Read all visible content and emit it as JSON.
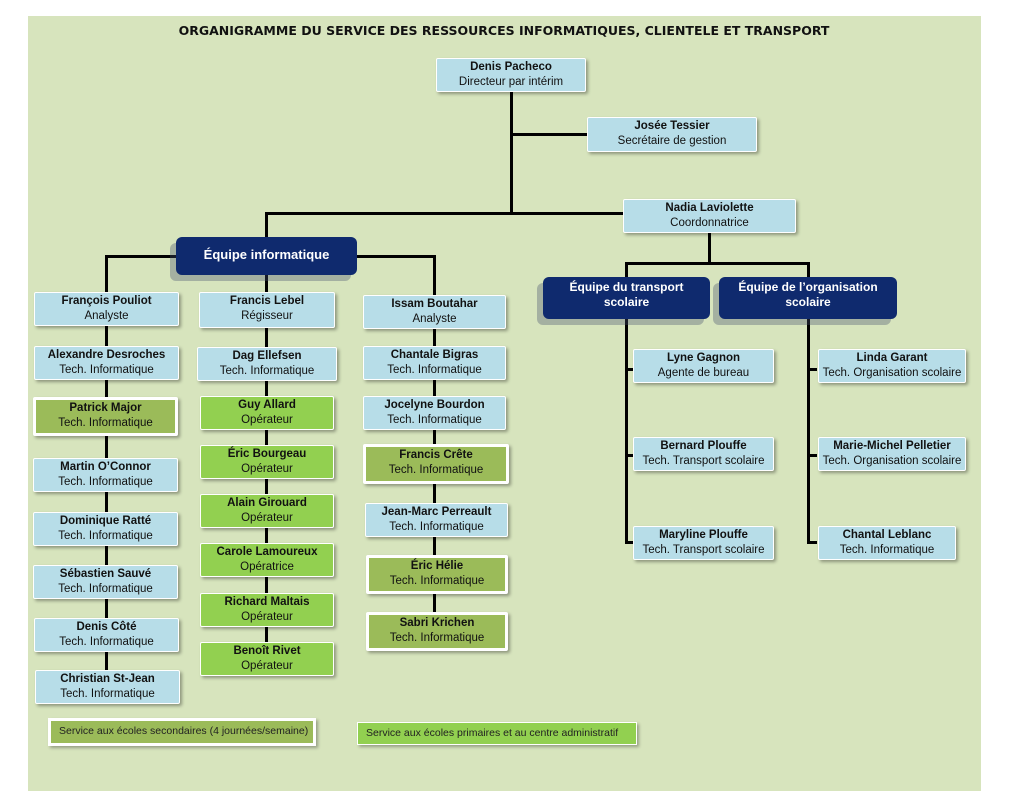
{
  "title": "ORGANIGRAMME DU SERVICE DES RESSOURCES INFORMATIQUES, CLIENTELE ET TRANSPORT",
  "colors": {
    "background": "#d7e4bd",
    "box_blue": "#b7dde8",
    "secondary": "#9bbb59",
    "primary": "#92d050",
    "team": "#0f2a6e"
  },
  "director": {
    "name": "Denis Pacheco",
    "role": "Directeur par intérim"
  },
  "secretary": {
    "name": "Josée Tessier",
    "role": "Secrétaire de gestion"
  },
  "coordinator": {
    "name": "Nadia Laviolette",
    "role": "Coordonnatrice"
  },
  "teams": {
    "it": "Équipe informatique",
    "transport": "Équipe du transport scolaire",
    "organisation": "Équipe de l’organisation scolaire"
  },
  "col1": [
    {
      "name": "François Pouliot",
      "role": "Analyste"
    },
    {
      "name": "Alexandre Desroches",
      "role": "Tech. Informatique"
    },
    {
      "name": "Patrick Major",
      "role": "Tech. Informatique"
    },
    {
      "name": "Martin O’Connor",
      "role": "Tech. Informatique"
    },
    {
      "name": "Dominique Ratté",
      "role": "Tech. Informatique"
    },
    {
      "name": "Sébastien Sauvé",
      "role": "Tech. Informatique"
    },
    {
      "name": "Denis Côté",
      "role": "Tech. Informatique"
    },
    {
      "name": "Christian St-Jean",
      "role": "Tech. Informatique"
    }
  ],
  "col2": [
    {
      "name": "Francis Lebel",
      "role": "Régisseur"
    },
    {
      "name": "Dag Ellefsen",
      "role": "Tech. Informatique"
    },
    {
      "name": "Guy Allard",
      "role": "Opérateur"
    },
    {
      "name": "Éric Bourgeau",
      "role": "Opérateur"
    },
    {
      "name": "Alain Girouard",
      "role": "Opérateur"
    },
    {
      "name": "Carole Lamoureux",
      "role": "Opératrice"
    },
    {
      "name": "Richard Maltais",
      "role": "Opérateur"
    },
    {
      "name": "Benoît Rivet",
      "role": "Opérateur"
    }
  ],
  "col3": [
    {
      "name": "Issam Boutahar",
      "role": "Analyste"
    },
    {
      "name": "Chantale Bigras",
      "role": "Tech. Informatique"
    },
    {
      "name": "Jocelyne Bourdon",
      "role": "Tech. Informatique"
    },
    {
      "name": "Francis Crête",
      "role": "Tech. Informatique"
    },
    {
      "name": "Jean-Marc Perreault",
      "role": "Tech. Informatique"
    },
    {
      "name": "Éric Hélie",
      "role": "Tech. Informatique"
    },
    {
      "name": "Sabri Krichen",
      "role": "Tech. Informatique"
    }
  ],
  "transport": [
    {
      "name": "Lyne Gagnon",
      "role": "Agente de bureau"
    },
    {
      "name": "Bernard Plouffe",
      "role": "Tech. Transport scolaire"
    },
    {
      "name": "Maryline Plouffe",
      "role": "Tech. Transport scolaire"
    }
  ],
  "organisation": [
    {
      "name": "Linda Garant",
      "role": "Tech. Organisation scolaire"
    },
    {
      "name": "Marie-Michel Pelletier",
      "role": "Tech. Organisation scolaire"
    },
    {
      "name": "Chantal Leblanc",
      "role": "Tech. Informatique"
    }
  ],
  "legend": {
    "secondary": "Service aux écoles secondaires (4 journées/semaine)",
    "primary": "Service aux écoles primaires et au centre administratif"
  }
}
